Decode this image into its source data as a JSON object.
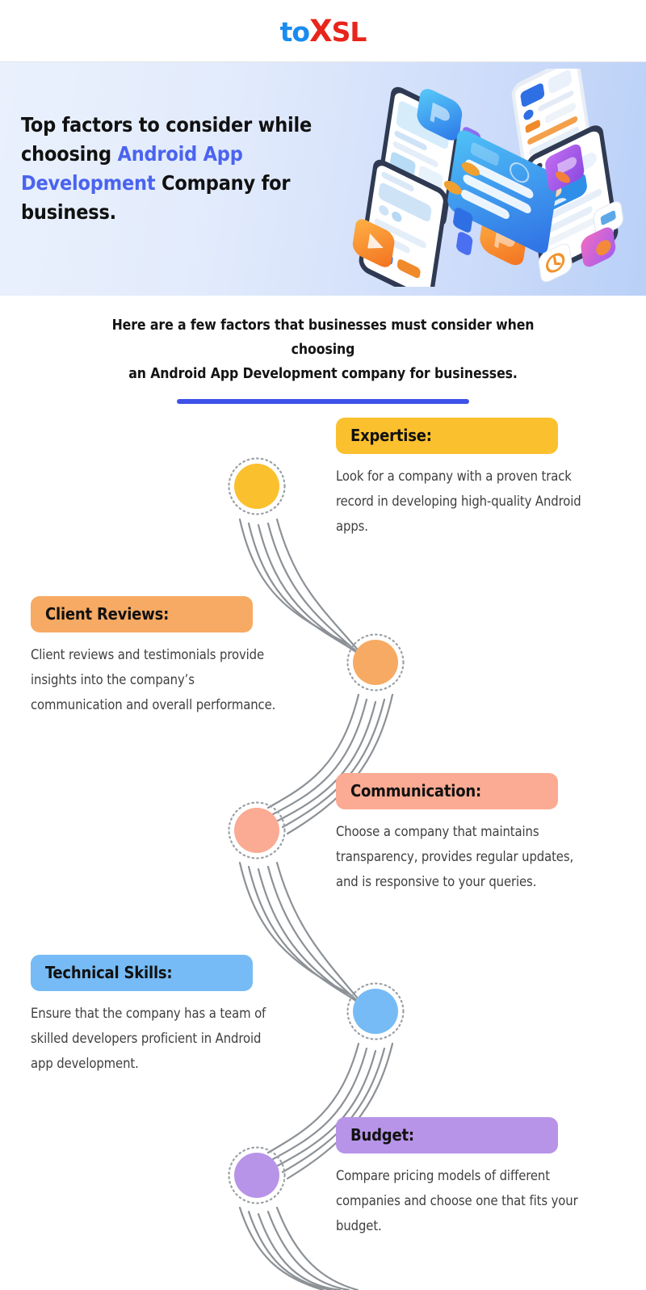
{
  "brand": {
    "logo_to": "to",
    "logo_x": "X",
    "logo_sl": "SL",
    "color_blue": "#1a8cf0",
    "color_red": "#e8251b"
  },
  "hero": {
    "title_part1": "Top factors to consider while choosing ",
    "title_accent": "Android App Development",
    "title_part2": " Company for business.",
    "accent_color": "#4a63ef",
    "illustration_name": "isometric-mobile-app-development"
  },
  "intro": {
    "line1": "Here are a few factors that businesses must consider when choosing",
    "line2": "an Android App Development company for businesses.",
    "divider_color": "#3d52e8"
  },
  "steps": [
    {
      "title": "Expertise:",
      "body": "Look for a company with a proven track record in developing high-quality Android apps.",
      "color": "#fbc02d",
      "side": "right"
    },
    {
      "title": "Client Reviews:",
      "body": "Client reviews and testimonials provide insights into the company’s communication and overall performance.",
      "color": "#f7aa63",
      "side": "left"
    },
    {
      "title": "Communication:",
      "body": "Choose a company that maintains transparency, provides regular updates, and is responsive to your queries.",
      "color": "#fbab93",
      "side": "right"
    },
    {
      "title": "Technical Skills:",
      "body": "Ensure that the company has a team of skilled developers proficient in Android app development.",
      "color": "#76bbf5",
      "side": "left"
    },
    {
      "title": "Budget:",
      "body": "Compare pricing models of different companies and choose one that fits your budget.",
      "color": "#b794e8",
      "side": "right"
    }
  ],
  "flow": {
    "connector_color": "#8c9196",
    "node_ring_color": "#9aa0a6"
  }
}
